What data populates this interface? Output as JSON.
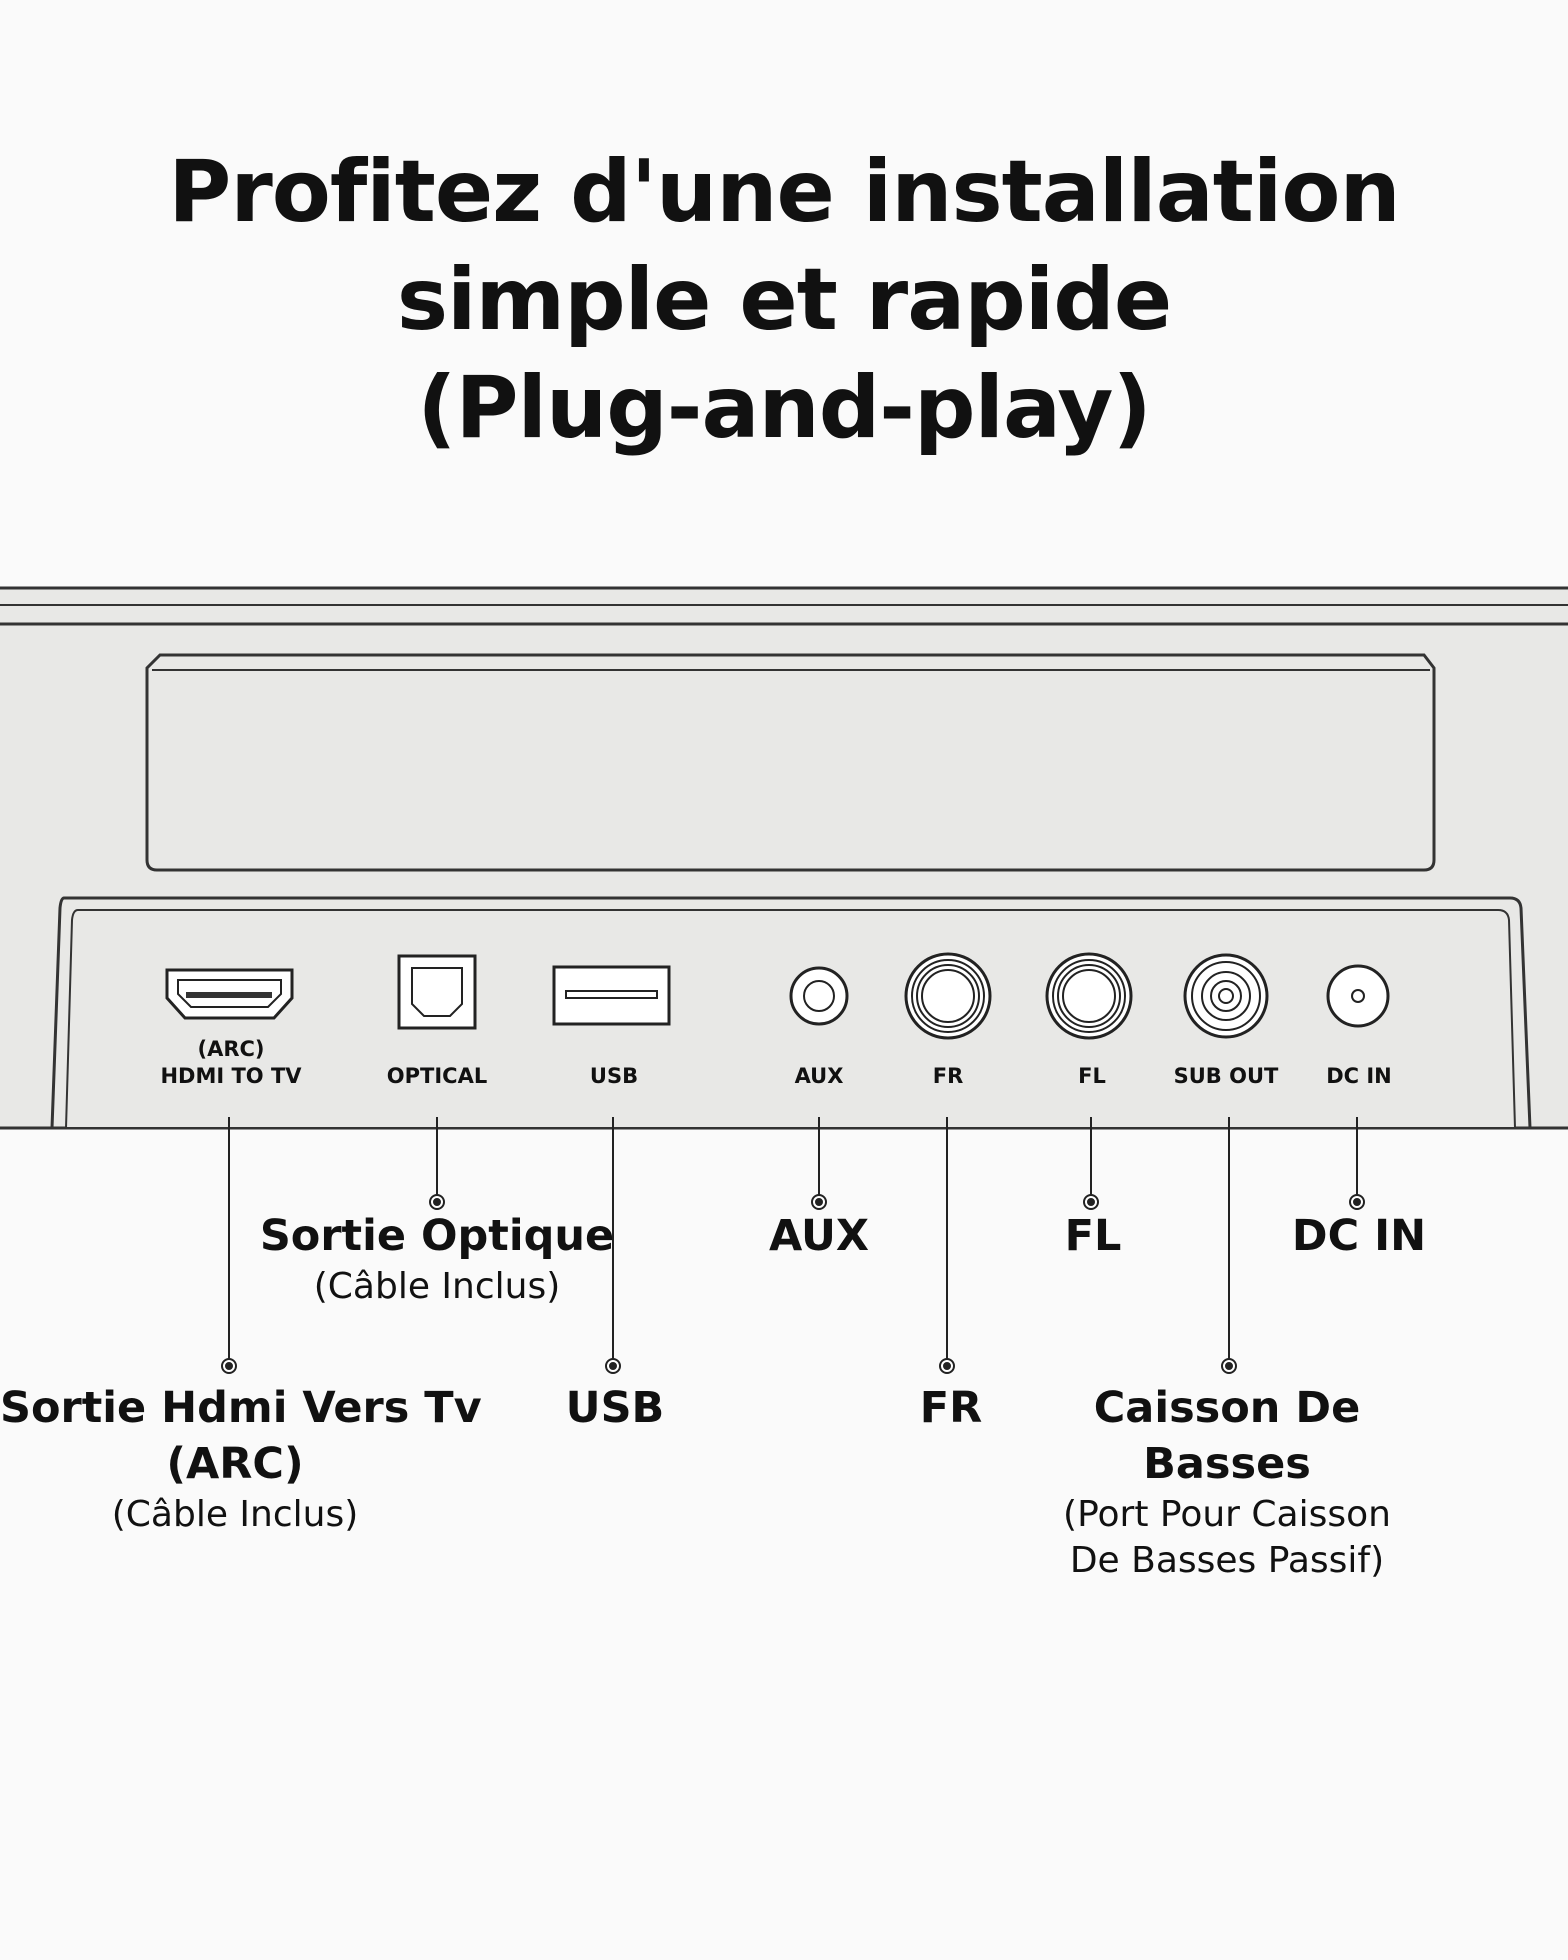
{
  "title": {
    "line1": "Profitez d'une installation",
    "line2": "simple et rapide",
    "line3": "(Plug-and-play)"
  },
  "ports": {
    "hdmi": {
      "label_top": "(ARC)",
      "label": "HDMI TO TV",
      "icon": "hdmi-port-icon"
    },
    "optical": {
      "label": "OPTICAL",
      "icon": "optical-port-icon"
    },
    "usb": {
      "label": "USB",
      "icon": "usb-port-icon"
    },
    "aux": {
      "label": "AUX",
      "icon": "aux-jack-icon"
    },
    "fr": {
      "label": "FR",
      "icon": "fr-speaker-jack-icon"
    },
    "fl": {
      "label": "FL",
      "icon": "fl-speaker-jack-icon"
    },
    "sub": {
      "label": "SUB OUT",
      "icon": "sub-out-jack-icon"
    },
    "dc": {
      "label": "DC IN",
      "icon": "dc-in-jack-icon"
    }
  },
  "callouts": {
    "optical": {
      "main": "Sortie Optique",
      "sub": "(Câble Inclus)"
    },
    "aux": {
      "main": "AUX"
    },
    "fl": {
      "main": "FL"
    },
    "dc": {
      "main": "DC IN"
    },
    "hdmi": {
      "main": "Sortie Hdmi Vers Tv",
      "main2": "(ARC)",
      "sub": "(Câble Inclus)"
    },
    "usb": {
      "main": "USB"
    },
    "fr": {
      "main": "FR"
    },
    "sub": {
      "main": "Caisson De",
      "main2": "Basses",
      "sub": "(Port Pour Caisson",
      "sub2": "De Basses Passif)"
    }
  },
  "colors": {
    "panel_fill": "#e8e8e6",
    "outline": "#333333",
    "background": "#fafafa"
  }
}
